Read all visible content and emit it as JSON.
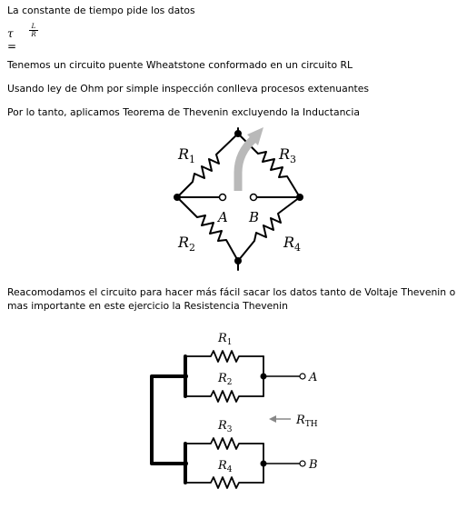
{
  "text": {
    "line1": "La constante de tiempo pide los datos",
    "formula_lhs": "τ =",
    "formula_num": "L",
    "formula_den": "R",
    "line2": "Tenemos un circuito puente Wheatstone conformado en un circuito RL",
    "line3": "Usando ley de Ohm por simple inspección conlleva procesos extenuantes",
    "line4": "Por lo tanto, aplicamos Teorema de Thevenin excluyendo la Inductancia",
    "line5": "Reacomodamos el circuito para hacer más fácil sacar los datos tanto de Voltaje Thevenin o mas importante en este ejercicio la Resistencia Thevenin"
  },
  "bridge": {
    "r1": "R",
    "r1_sub": "1",
    "r2": "R",
    "r2_sub": "2",
    "r3": "R",
    "r3_sub": "3",
    "r4": "R",
    "r4_sub": "4",
    "node_a": "A",
    "node_b": "B"
  },
  "rearranged": {
    "r1": "R",
    "r1_sub": "1",
    "r2": "R",
    "r2_sub": "2",
    "r3": "R",
    "r3_sub": "3",
    "r4": "R",
    "r4_sub": "4",
    "node_a": "A",
    "node_b": "B",
    "rth": "R",
    "rth_sub": "TH"
  }
}
